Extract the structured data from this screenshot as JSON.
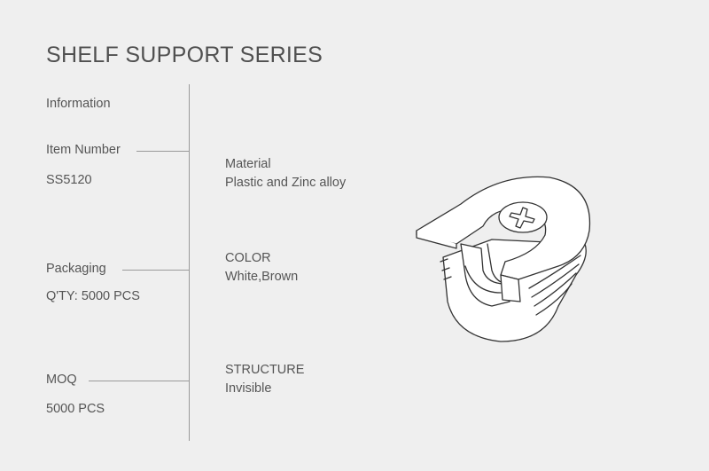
{
  "title": "SHELF SUPPORT SERIES",
  "left_column": {
    "information": "Information",
    "item_number_label": "Item Number",
    "item_number_value": "SS5120",
    "packaging_label": "Packaging",
    "packaging_value": "Q'TY: 5000 PCS",
    "moq_label": "MOQ",
    "moq_value": "5000 PCS"
  },
  "right_column": {
    "material_label": "Material",
    "material_value": "Plastic and Zinc alloy",
    "color_label": "COLOR",
    "color_value": "White,Brown",
    "structure_label": "STRUCTURE",
    "structure_value": "Invisible"
  },
  "colors": {
    "background": "#efefef",
    "text": "#555555",
    "line": "#9a9a9a"
  },
  "product_image": "shelf-support-cam-fitting-drawing"
}
